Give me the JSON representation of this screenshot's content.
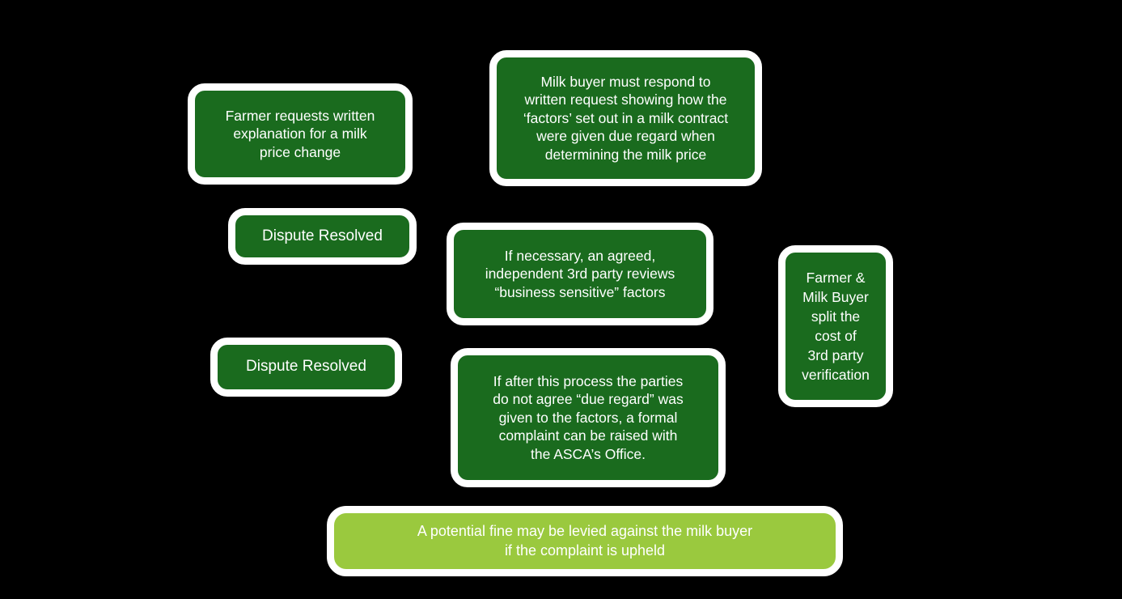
{
  "diagram": {
    "colors": {
      "background": "#000000",
      "node_dark_green": "#1a6b1e",
      "node_light_green": "#9ac93e",
      "node_border": "#ffffff",
      "text": "#ffffff"
    },
    "nodes": [
      {
        "id": "farmer-request",
        "variant": "dark",
        "text": "Farmer requests written\nexplanation for a milk\nprice change"
      },
      {
        "id": "buyer-respond",
        "variant": "dark",
        "text": "Milk buyer must respond to\nwritten request showing how the\n‘factors’ set out in a milk contract\nwere given due regard when\ndetermining the milk price"
      },
      {
        "id": "dispute-resolved-1",
        "variant": "dark",
        "text": "Dispute Resolved"
      },
      {
        "id": "third-party-review",
        "variant": "dark",
        "text": "If necessary, an agreed,\nindependent 3rd party reviews\n“business sensitive” factors"
      },
      {
        "id": "split-cost",
        "variant": "dark",
        "text": "Farmer &\nMilk Buyer\nsplit the\ncost of\n3rd party\nverification"
      },
      {
        "id": "dispute-resolved-2",
        "variant": "dark",
        "text": "Dispute Resolved"
      },
      {
        "id": "formal-complaint",
        "variant": "dark",
        "text": "If after this process the parties\ndo not agree “due regard” was\ngiven to the factors, a formal\ncomplaint can be raised with\nthe ASCA’s Office."
      },
      {
        "id": "potential-fine",
        "variant": "light",
        "text": "A potential fine may be levied against the milk buyer\nif the complaint is upheld"
      }
    ]
  }
}
